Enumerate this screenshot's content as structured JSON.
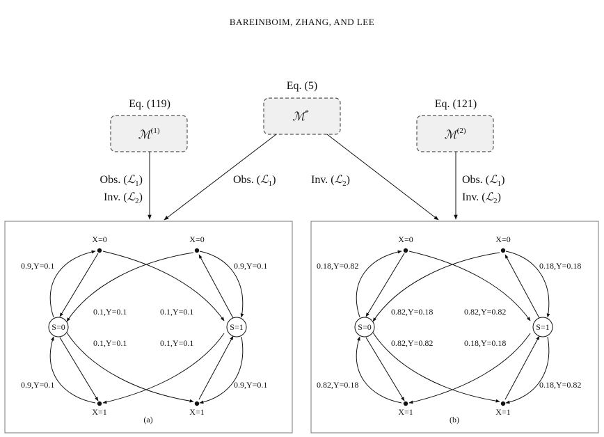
{
  "header": "BAREINBOIM, ZHANG, AND LEE",
  "models": {
    "left": {
      "eq": "Eq. (119)",
      "name": "ℳ",
      "sup": "(1)"
    },
    "center": {
      "eq": "Eq. (5)",
      "name": "ℳ",
      "sup": "*"
    },
    "right": {
      "eq": "Eq. (121)",
      "name": "ℳ",
      "sup": "(2)"
    }
  },
  "arrows": {
    "obs_prefix": "Obs.",
    "inv_prefix": "Inv.",
    "L1": "ℒ",
    "L1_sub": "1",
    "L2": "ℒ",
    "L2_sub": "2"
  },
  "panels": {
    "a": {
      "caption": "(a)",
      "nodes": {
        "s0": "S=0",
        "s1": "S=1",
        "x0": "X=0",
        "x1": "X=1"
      },
      "labels": {
        "top_left": "0.9,Y=0.1",
        "top_right": "0.9,Y=0.1",
        "mid_up_left": "0.1,Y=0.1",
        "mid_up_right": "0.1,Y=0.1",
        "mid_low_left": "0.1,Y=0.1",
        "mid_low_right": "0.1,Y=0.1",
        "bot_left": "0.9,Y=0.1",
        "bot_right": "0.9,Y=0.1"
      }
    },
    "b": {
      "caption": "(b)",
      "nodes": {
        "s0": "S=0",
        "s1": "S=1",
        "x0": "X=0",
        "x1": "X=1"
      },
      "labels": {
        "top_left": "0.18,Y=0.82",
        "top_right": "0.18,Y=0.18",
        "mid_up_left": "0.82,Y=0.18",
        "mid_up_right": "0.82,Y=0.82",
        "mid_low_left": "0.82,Y=0.82",
        "mid_low_right": "0.18,Y=0.18",
        "bot_left": "0.82,Y=0.18",
        "bot_right": "0.18,Y=0.82"
      }
    }
  }
}
